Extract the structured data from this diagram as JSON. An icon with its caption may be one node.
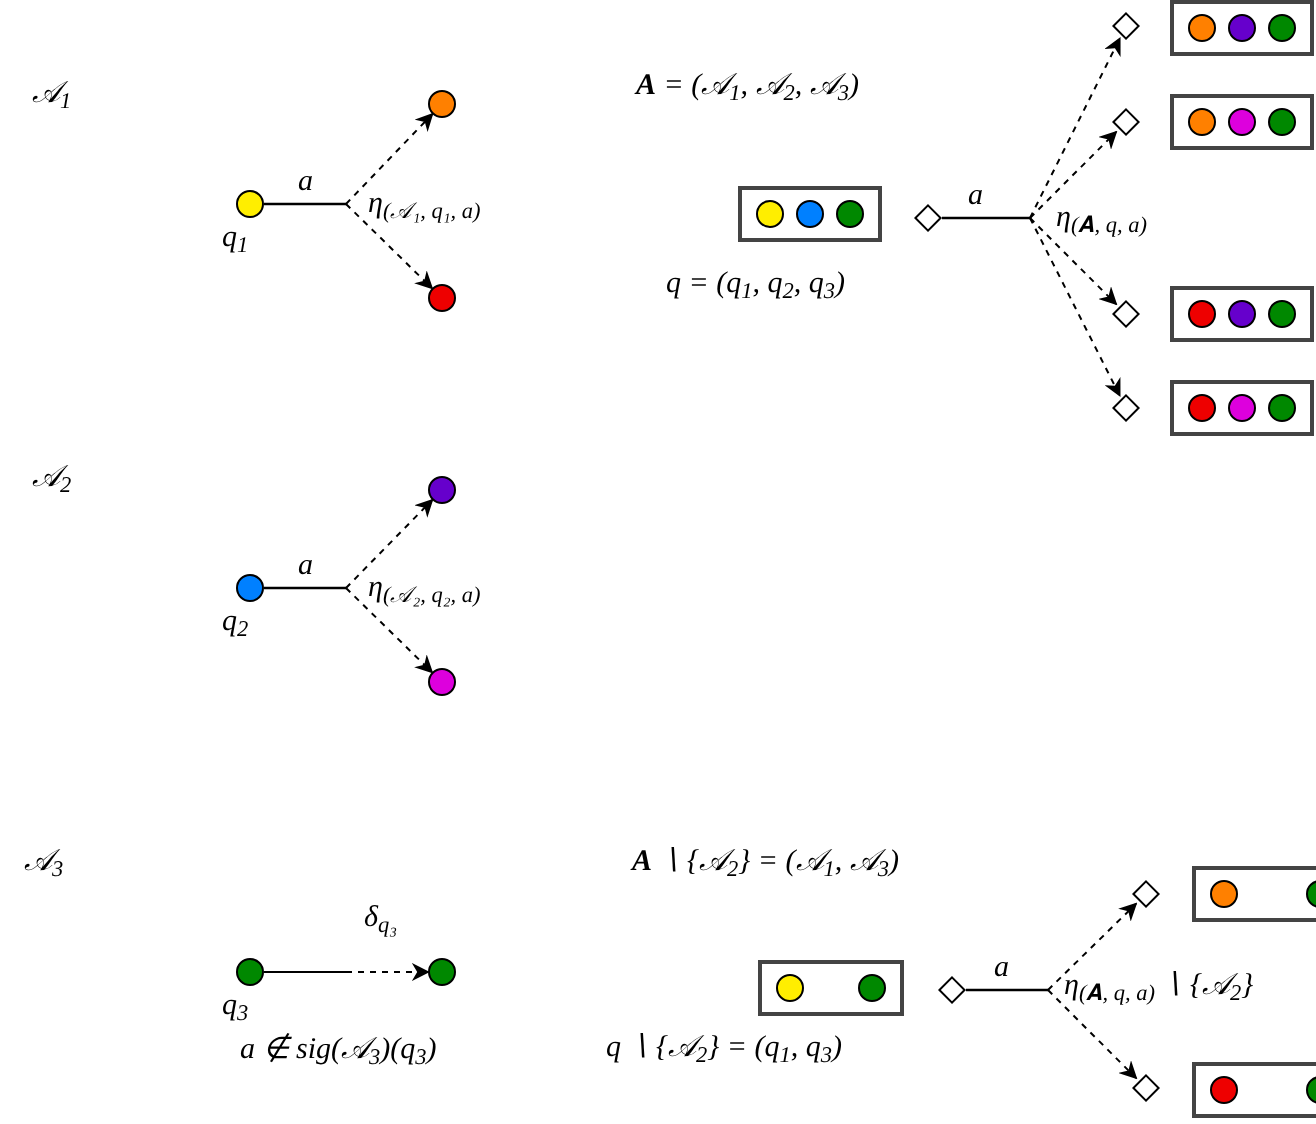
{
  "diagram": {
    "nodes": [
      {
        "text": [],
        "shape": "circle",
        "beside": [
          "q$_{1}$"
        ]
      },
      {
        "text": [],
        "shape": "circle"
      },
      {
        "text": [],
        "shape": "circle"
      },
      {
        "text": [],
        "shape": "circle",
        "beside": [
          "q$_{2}$"
        ]
      },
      {
        "text": [],
        "shape": "circle"
      },
      {
        "text": [],
        "shape": "circle"
      },
      {
        "text": [],
        "shape": "circle",
        "beside": [
          "q$_{3}$"
        ]
      },
      {
        "text": [],
        "shape": "circle"
      },
      {
        "text": [],
        "shape": "box"
      },
      {
        "text": [],
        "shape": "diamond"
      },
      {
        "text": [],
        "shape": "diamond"
      },
      {
        "text": [],
        "shape": "box"
      },
      {
        "text": [],
        "shape": "diamond"
      },
      {
        "text": [],
        "shape": "box"
      },
      {
        "text": [],
        "shape": "diamond"
      },
      {
        "text": [],
        "shape": "box"
      },
      {
        "text": [],
        "shape": "diamond"
      },
      {
        "text": [],
        "shape": "box"
      },
      {
        "text": [],
        "shape": "box"
      },
      {
        "text": [],
        "shape": "diamond"
      },
      {
        "text": [],
        "shape": "diamond"
      },
      {
        "text": [],
        "shape": "box"
      },
      {
        "text": [],
        "shape": "diamond"
      },
      {
        "text": [],
        "shape": "box"
      }
    ],
    "edges": [
      {
        "from": 0,
        "to": 1,
        "arrow": "to",
        "label": "a",
        "style": "dashed"
      },
      {
        "from": 0,
        "to": 2,
        "arrow": "to",
        "style": "dashed"
      },
      {
        "from": 3,
        "to": 4,
        "arrow": "to",
        "label": "a",
        "style": "dashed"
      },
      {
        "from": 3,
        "to": 5,
        "arrow": "to",
        "style": "dashed"
      },
      {
        "from": 6,
        "to": 7,
        "arrow": "to",
        "label": "δ$_{q₃}$",
        "style": "dashed"
      },
      {
        "from": 9,
        "to": 10,
        "arrow": "to",
        "label": "a",
        "style": "dashed"
      },
      {
        "from": 9,
        "to": 12,
        "arrow": "to",
        "style": "dashed"
      },
      {
        "from": 9,
        "to": 14,
        "arrow": "to",
        "style": "dashed"
      },
      {
        "from": 9,
        "to": 16,
        "arrow": "to",
        "style": "dashed"
      },
      {
        "from": 19,
        "to": 20,
        "arrow": "to",
        "label": "a",
        "style": "dashed"
      },
      {
        "from": 19,
        "to": 22,
        "arrow": "to",
        "style": "dashed"
      }
    ],
    "labels": [
      "𝒜$_{1}$",
      "**A** = (𝒜$_{1}$, 𝒜$_{2}$, 𝒜$_{3}$)",
      "η$_{(𝒜₁, q₁, a)}$",
      "η$_{(𝐀, q, a)}$",
      "q = (q$_{1}$, q$_{2}$, q$_{3}$)",
      "𝒜$_{2}$",
      "η$_{(𝒜₂, q₂, a)}$",
      "𝒜$_{3}$",
      "**A** ∖ {𝒜$_{2}$} = (𝒜$_{1}$, 𝒜$_{3}$)",
      "η$_{(𝐀, q, a)}$ ∖ {𝒜$_{2}$}",
      "a ∉ sig(𝒜$_{3}$)(q$_{3}$)",
      "q ∖ {𝒜$_{2}$} = (q$_{1}$, q$_{3}$)"
    ]
  }
}
